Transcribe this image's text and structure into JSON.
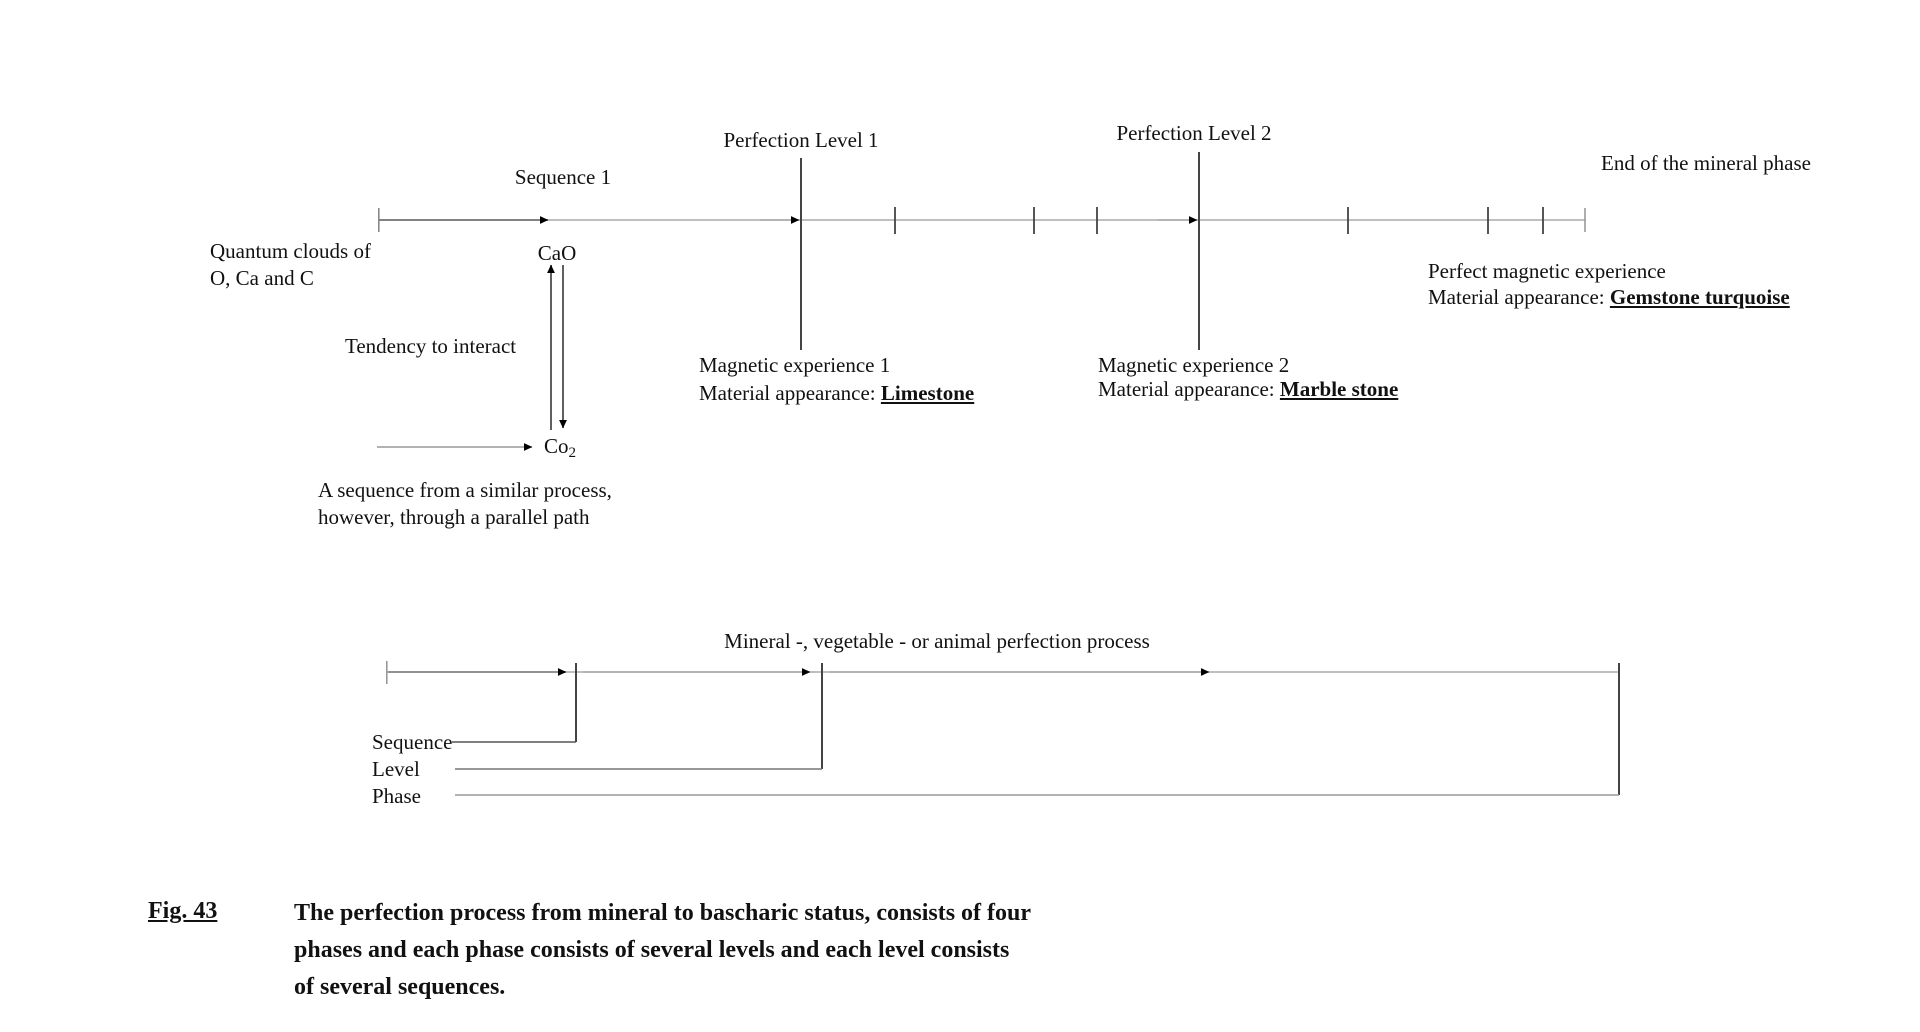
{
  "figure": {
    "upper_timeline": {
      "sequence_label": "Sequence 1",
      "start_label_line1": "Quantum clouds of",
      "start_label_line2": "O, Ca and C",
      "node_cao": "CaO",
      "node_co2_base": "Co",
      "node_co2_sub": "2",
      "tendency_label": "Tendency to interact",
      "parallel_note_line1": "A sequence from a similar process,",
      "parallel_note_line2": "however, through a parallel path",
      "perfection_level_1": "Perfection Level 1",
      "perfection_level_2": "Perfection Level 2",
      "end_label": "End of the mineral phase",
      "magnetic_1_line1": "Magnetic experience 1",
      "magnetic_1_line2_prefix": "Material appearance: ",
      "magnetic_1_material": "Limestone",
      "magnetic_2_line1": "Magnetic experience 2",
      "magnetic_2_line2_prefix": "Material appearance: ",
      "magnetic_2_material": "Marble stone",
      "perfect_line1": "Perfect magnetic experience",
      "perfect_line2_prefix": "Material appearance: ",
      "perfect_material": "Gemstone turquoise"
    },
    "lower_diagram": {
      "title": "Mineral -, vegetable - or animal perfection process",
      "scale_labels": [
        "Sequence",
        "Level",
        "Phase"
      ]
    },
    "caption": {
      "number": "Fig. 43",
      "line1": "The perfection process from mineral to bascharic status, consists of four",
      "line2": "phases and each phase consists of several levels and each level consists",
      "line3": "of several sequences."
    },
    "colors": {
      "axis_line": "#aaaaaa",
      "tick_dark": "#444444",
      "arrow": "#000000",
      "text": "#111111"
    }
  }
}
